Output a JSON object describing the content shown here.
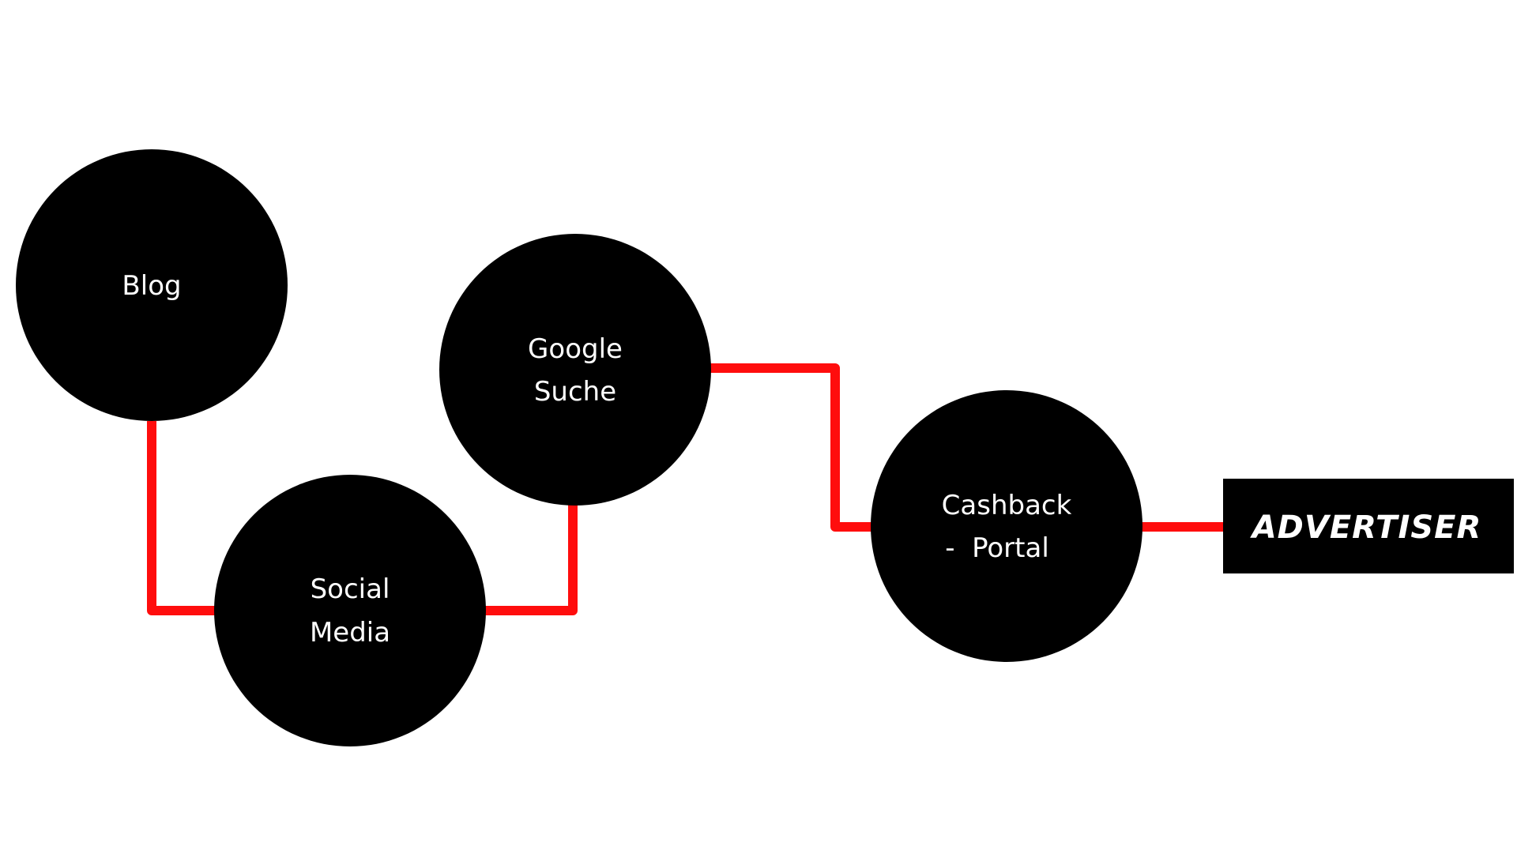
{
  "colors": {
    "node_fill": "#000000",
    "connector": "#ff0d0d",
    "label": "#ffffff",
    "background": "#ffffff"
  },
  "nodes": {
    "blog": {
      "line1": "Blog"
    },
    "social_media": {
      "line1": "Social",
      "line2": "Media"
    },
    "google_suche": {
      "line1": "Google",
      "line2": "Suche"
    },
    "cashback_portal": {
      "line1": "Cashback",
      "line2": "-  Portal"
    }
  },
  "target": {
    "label": "ADVERTISER"
  }
}
